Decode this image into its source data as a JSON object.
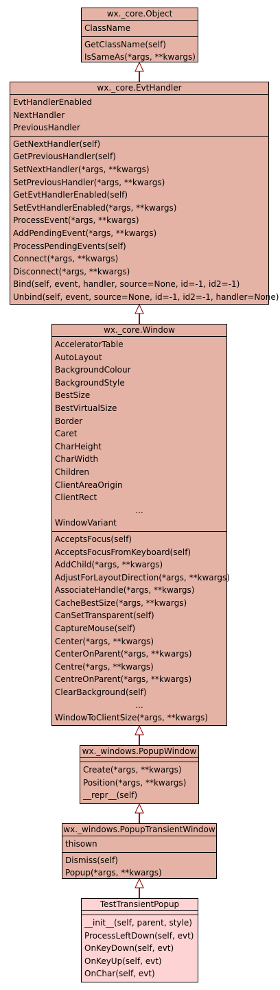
{
  "classes": [
    {
      "id": "object",
      "name": "wx._core.Object",
      "attributes": [
        "ClassName"
      ],
      "methods": [
        "GetClassName(self)",
        "IsSameAs(*args, **kwargs)"
      ]
    },
    {
      "id": "evthandler",
      "name": "wx._core.EvtHandler",
      "attributes": [
        "EvtHandlerEnabled",
        "NextHandler",
        "PreviousHandler"
      ],
      "methods": [
        "GetNextHandler(self)",
        "GetPreviousHandler(self)",
        "SetNextHandler(*args, **kwargs)",
        "SetPreviousHandler(*args, **kwargs)",
        "GetEvtHandlerEnabled(self)",
        "SetEvtHandlerEnabled(*args, **kwargs)",
        "ProcessEvent(*args, **kwargs)",
        "AddPendingEvent(*args, **kwargs)",
        "ProcessPendingEvents(self)",
        "Connect(*args, **kwargs)",
        "Disconnect(*args, **kwargs)",
        "Bind(self, event, handler, source=None, id=-1, id2=-1)",
        "Unbind(self, event, source=None, id=-1, id2=-1, handler=None)"
      ]
    },
    {
      "id": "window",
      "name": "wx._core.Window",
      "attributes": [
        "AcceleratorTable",
        "AutoLayout",
        "BackgroundColour",
        "BackgroundStyle",
        "BestSize",
        "BestVirtualSize",
        "Border",
        "Caret",
        "CharHeight",
        "CharWidth",
        "Children",
        "ClientAreaOrigin",
        "ClientRect",
        "...",
        "WindowVariant"
      ],
      "methods": [
        "AcceptsFocus(self)",
        "AcceptsFocusFromKeyboard(self)",
        "AddChild(*args, **kwargs)",
        "AdjustForLayoutDirection(*args, **kwargs)",
        "AssociateHandle(*args, **kwargs)",
        "CacheBestSize(*args, **kwargs)",
        "CanSetTransparent(self)",
        "CaptureMouse(self)",
        "Center(*args, **kwargs)",
        "CenterOnParent(*args, **kwargs)",
        "Centre(*args, **kwargs)",
        "CentreOnParent(*args, **kwargs)",
        "ClearBackground(self)",
        "...",
        "WindowToClientSize(*args, **kwargs)"
      ]
    },
    {
      "id": "popupwindow",
      "name": "wx._windows.PopupWindow",
      "attributes": [],
      "methods": [
        "Create(*args, **kwargs)",
        "Position(*args, **kwargs)",
        "__repr__(self)"
      ]
    },
    {
      "id": "popuptransient",
      "name": "wx._windows.PopupTransientWindow",
      "attributes": [
        "thisown"
      ],
      "methods": [
        "Dismiss(self)",
        "Popup(*args, **kwargs)"
      ]
    },
    {
      "id": "testtransient",
      "name": "TestTransientPopup",
      "attributes": [],
      "methods": [
        "__init__(self, parent, style)",
        "ProcessLeftDown(self, evt)",
        "OnKeyDown(self, evt)",
        "OnKeyUp(self, evt)",
        "OnChar(self, evt)"
      ]
    }
  ],
  "colors": {
    "base_fill": "#e4b3a6",
    "leaf_fill": "#fed3d3",
    "edge": "#8b0000"
  }
}
